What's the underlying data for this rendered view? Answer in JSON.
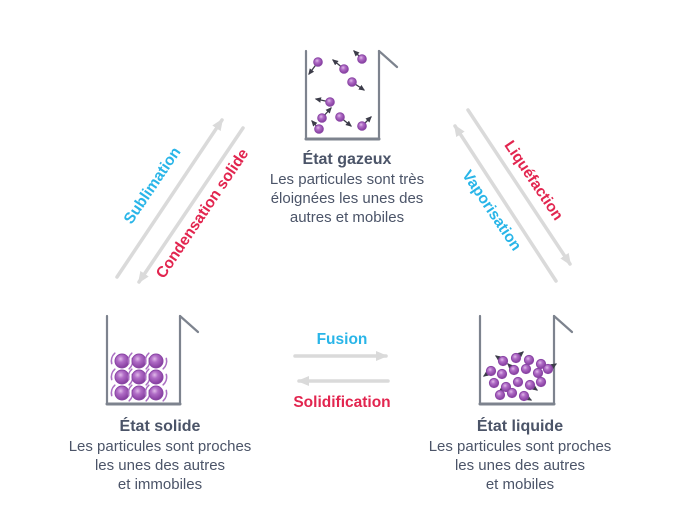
{
  "states": {
    "gas": {
      "name": "État gazeux",
      "description_lines": [
        "Les particules sont très",
        "éloignées les unes des",
        "autres et mobiles"
      ]
    },
    "solid": {
      "name": "État solide",
      "description_lines": [
        "Les particules sont proches",
        "les unes des autres",
        "et immobiles"
      ]
    },
    "liquid": {
      "name": "État liquide",
      "description_lines": [
        "Les particules sont proches",
        "les unes des autres",
        "et mobiles"
      ]
    }
  },
  "transitions": {
    "sublimation": {
      "label": "Sublimation",
      "color": "#29b5e8",
      "from": "solid",
      "to": "gas"
    },
    "condensation_solide": {
      "label": "Condensation solide",
      "color": "#e2254f",
      "from": "gas",
      "to": "solid"
    },
    "liquefaction": {
      "label": "Liquéfaction",
      "color": "#e2254f",
      "from": "gas",
      "to": "liquid"
    },
    "vaporisation": {
      "label": "Vaporisation",
      "color": "#29b5e8",
      "from": "liquid",
      "to": "gas"
    },
    "fusion": {
      "label": "Fusion",
      "color": "#29b5e8",
      "from": "solid",
      "to": "liquid"
    },
    "solidification": {
      "label": "Solidification",
      "color": "#e2254f",
      "from": "liquid",
      "to": "solid"
    }
  },
  "colors": {
    "accent_cyan": "#29b5e8",
    "accent_red": "#e2254f",
    "text": "#4b5468",
    "arrow_gray": "#dadada",
    "particle_purple": "#9b59b6",
    "beaker_gray": "#7d838e"
  }
}
